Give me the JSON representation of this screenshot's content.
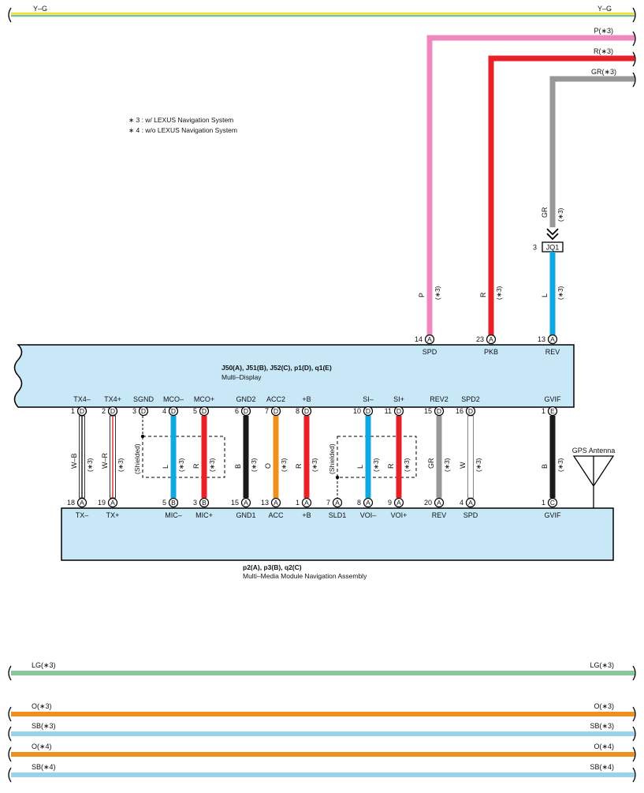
{
  "notes": [
    "∗ 3 : w/ LEXUS Navigation System",
    "∗ 4 : w/o LEXUS Navigation System"
  ],
  "colors": {
    "Y": "#f0e030",
    "G": "#80c090",
    "P": "#f088c0",
    "R": "#e82028",
    "GR": "#989898",
    "L": "#10a8e0",
    "B": "#1a1a1a",
    "O": "#f0901c",
    "W": "#ffffff",
    "LG": "#88c898",
    "SB": "#98d4f0",
    "connector_fill": "#c8e8f8"
  },
  "top_bus": {
    "left_label": "Y–G",
    "right_label": "Y–G"
  },
  "right_feeds": [
    {
      "label": "P(∗3)",
      "color": "P"
    },
    {
      "label": "R(∗3)",
      "color": "R"
    },
    {
      "label": "GR(∗3)",
      "color": "GR"
    }
  ],
  "junction": {
    "pin": "3",
    "name": "JQ1",
    "in_wire": "GR",
    "in_note": "(∗3)"
  },
  "upper_wires": [
    {
      "wire": "P",
      "note": "(∗3)",
      "pin": "14",
      "letter": "A",
      "signal": "SPD"
    },
    {
      "wire": "R",
      "note": "(∗3)",
      "pin": "23",
      "letter": "A",
      "signal": "PKB"
    },
    {
      "wire": "L",
      "note": "(∗3)",
      "pin": "13",
      "letter": "A",
      "signal": "REV"
    }
  ],
  "display": {
    "title": "J50(A), J51(B), J52(C), p1(D), q1(E)",
    "subtitle": "Multi–Display"
  },
  "nav": {
    "title": "p2(A), p3(B), q2(C)",
    "subtitle": "Multi–Media Module Navigation Assembly"
  },
  "shielded_label": "(Shielded)",
  "gps_label": "GPS Antenna",
  "channels": [
    {
      "top_signal": "TX4–",
      "top_pin": "1",
      "top_letter": "D",
      "wire": "W–B",
      "note": "(∗3)",
      "bottom_pin": "18",
      "bottom_letter": "A",
      "bottom_signal": "TX–"
    },
    {
      "top_signal": "TX4+",
      "top_pin": "2",
      "top_letter": "D",
      "wire": "W–R",
      "note": "(∗3)",
      "bottom_pin": "19",
      "bottom_letter": "A",
      "bottom_signal": "TX+"
    },
    {
      "top_signal": "SGND",
      "top_pin": "3",
      "top_letter": "D",
      "wire": "",
      "note": "",
      "bottom_pin": "",
      "bottom_letter": "",
      "bottom_signal": ""
    },
    {
      "top_signal": "MCO–",
      "top_pin": "4",
      "top_letter": "D",
      "wire": "L",
      "note": "(∗3)",
      "bottom_pin": "5",
      "bottom_letter": "B",
      "bottom_signal": "MIC–"
    },
    {
      "top_signal": "MCO+",
      "top_pin": "5",
      "top_letter": "D",
      "wire": "R",
      "note": "(∗3)",
      "bottom_pin": "3",
      "bottom_letter": "B",
      "bottom_signal": "MIC+"
    },
    {
      "top_signal": "GND2",
      "top_pin": "6",
      "top_letter": "D",
      "wire": "B",
      "note": "(∗3)",
      "bottom_pin": "15",
      "bottom_letter": "A",
      "bottom_signal": "GND1"
    },
    {
      "top_signal": "ACC2",
      "top_pin": "7",
      "top_letter": "D",
      "wire": "O",
      "note": "(∗3)",
      "bottom_pin": "13",
      "bottom_letter": "A",
      "bottom_signal": "ACC"
    },
    {
      "top_signal": "+B",
      "top_pin": "8",
      "top_letter": "D",
      "wire": "R",
      "note": "(∗3)",
      "bottom_pin": "1",
      "bottom_letter": "A",
      "bottom_signal": "+B"
    },
    {
      "top_signal": "",
      "top_pin": "",
      "top_letter": "",
      "wire": "",
      "note": "",
      "bottom_pin": "7",
      "bottom_letter": "A",
      "bottom_signal": "SLD1"
    },
    {
      "top_signal": "SI–",
      "top_pin": "10",
      "top_letter": "D",
      "wire": "L",
      "note": "(∗3)",
      "bottom_pin": "8",
      "bottom_letter": "A",
      "bottom_signal": "VOI–"
    },
    {
      "top_signal": "SI+",
      "top_pin": "11",
      "top_letter": "D",
      "wire": "R",
      "note": "(∗3)",
      "bottom_pin": "9",
      "bottom_letter": "A",
      "bottom_signal": "VOI+"
    },
    {
      "top_signal": "REV2",
      "top_pin": "15",
      "top_letter": "D",
      "wire": "GR",
      "note": "(∗3)",
      "bottom_pin": "20",
      "bottom_letter": "A",
      "bottom_signal": "REV"
    },
    {
      "top_signal": "SPD2",
      "top_pin": "16",
      "top_letter": "D",
      "wire": "W",
      "note": "(∗3)",
      "bottom_pin": "4",
      "bottom_letter": "A",
      "bottom_signal": "SPD"
    },
    {
      "top_signal": "GVIF",
      "top_pin": "1",
      "top_letter": "E",
      "wire": "B",
      "note": "(∗3)",
      "bottom_pin": "1",
      "bottom_letter": "C",
      "bottom_signal": "GVIF"
    }
  ],
  "bottom_buses": [
    {
      "label": "LG(∗3)",
      "color": "LG"
    },
    {
      "label": "O(∗3)",
      "color": "O"
    },
    {
      "label": "SB(∗3)",
      "color": "SB"
    },
    {
      "label": "O(∗4)",
      "color": "O"
    },
    {
      "label": "SB(∗4)",
      "color": "SB"
    }
  ]
}
